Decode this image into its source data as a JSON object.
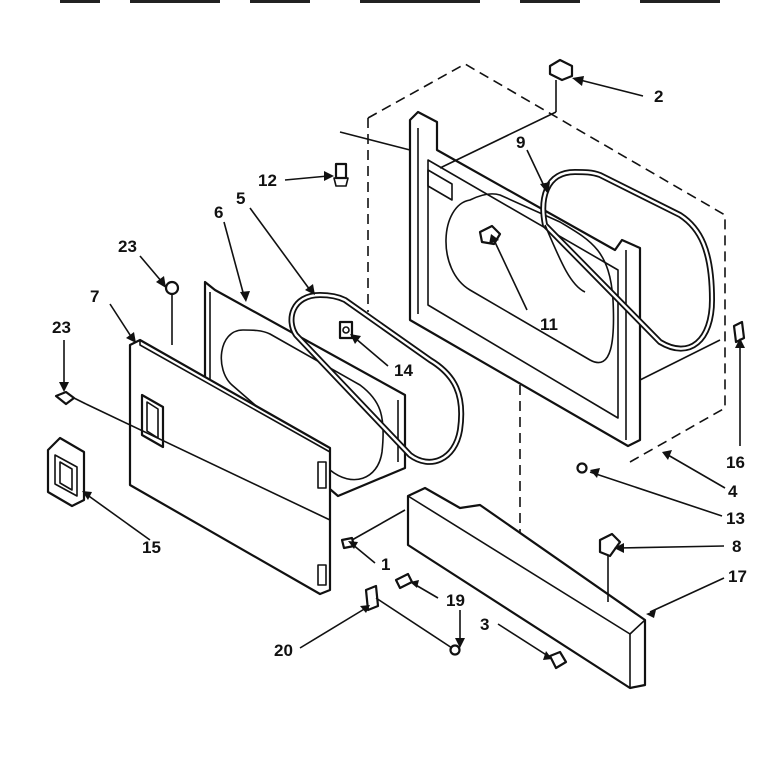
{
  "callouts": {
    "c1": "1",
    "c2": "2",
    "c3": "3",
    "c4": "4",
    "c5": "5",
    "c6": "6",
    "c7": "7",
    "c8": "8",
    "c9": "9",
    "c11": "11",
    "c12": "12",
    "c13": "13",
    "c14": "14",
    "c15": "15",
    "c16": "16",
    "c17": "17",
    "c19": "19",
    "c20": "20",
    "c23a": "23",
    "c23b": "23"
  },
  "colors": {
    "ink": "#111111",
    "paper": "#ffffff"
  }
}
